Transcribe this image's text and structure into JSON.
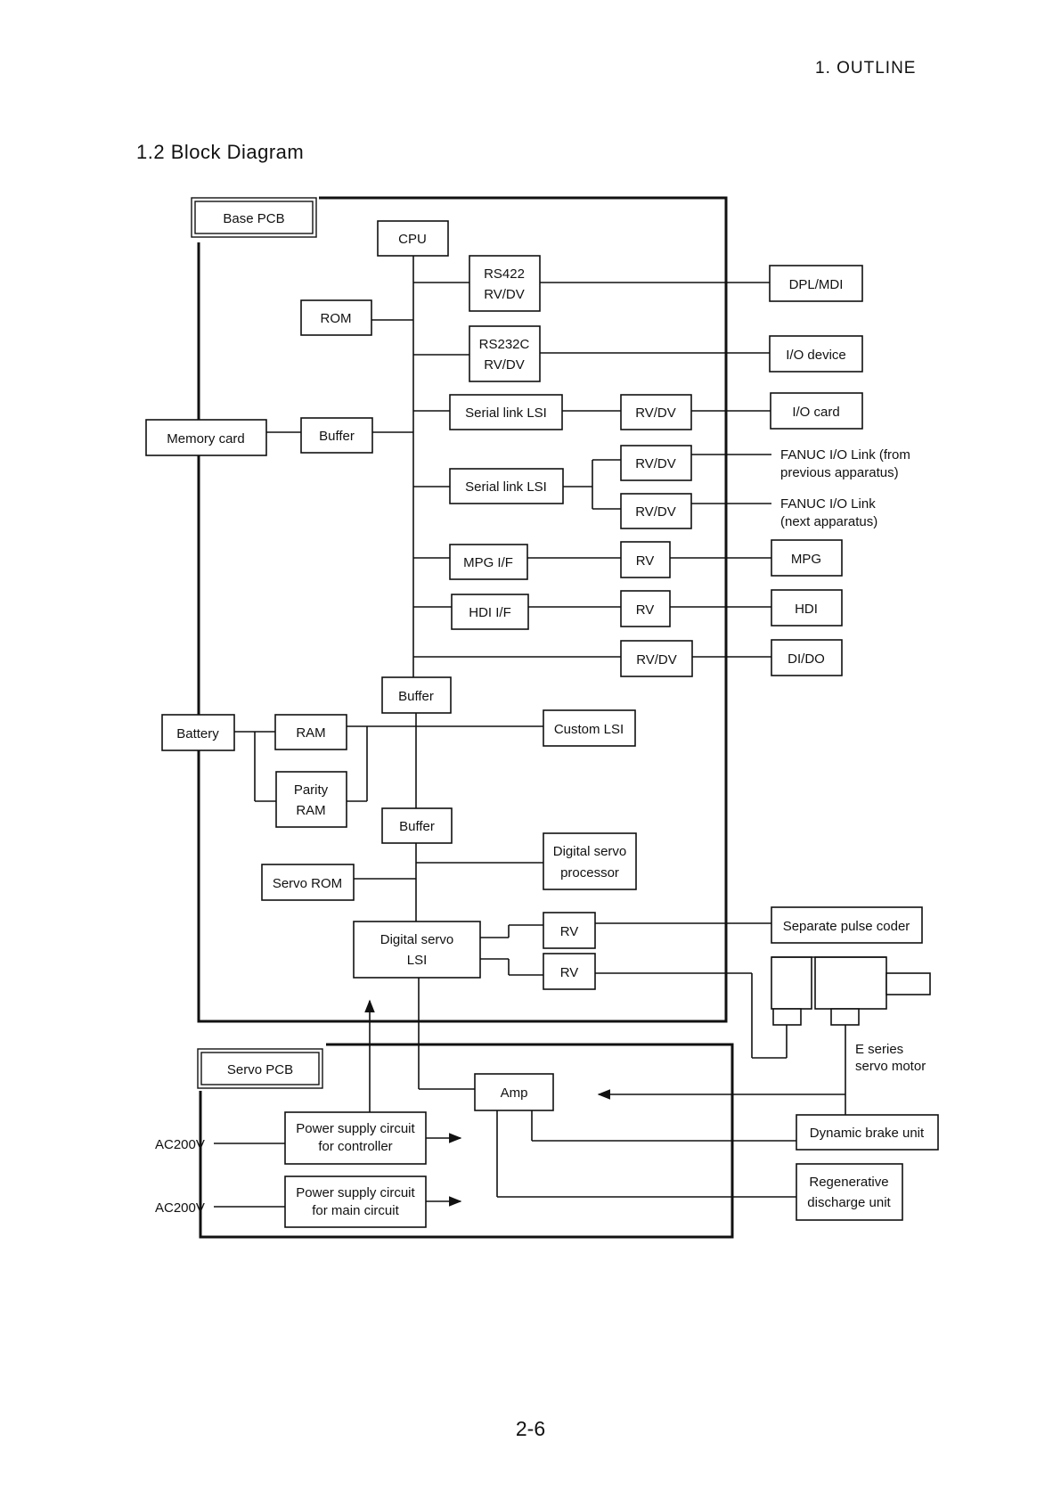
{
  "header": {
    "chapter": "1.   OUTLINE"
  },
  "section_title": "1.2   Block Diagram",
  "page_number": "2-6",
  "base_pcb": {
    "title": "Base PCB",
    "cpu": "CPU",
    "rom": "ROM",
    "rs422": [
      "RS422",
      "RV/DV"
    ],
    "rs232c": [
      "RS232C",
      "RV/DV"
    ],
    "serial_link_1": "Serial link LSI",
    "serial_link_2": "Serial link LSI",
    "buffer_memory": "Buffer",
    "rvdv_1": "RV/DV",
    "rvdv_2": "RV/DV",
    "rvdv_3": "RV/DV",
    "rvdv_4": "RV/DV",
    "mpg_if": "MPG I/F",
    "hdi_if": "HDI I/F",
    "rv_mpg": "RV",
    "rv_hdi": "RV",
    "buffer_2": "Buffer",
    "buffer_3": "Buffer",
    "ram": "RAM",
    "parity_ram": [
      "Parity",
      "RAM"
    ],
    "custom_lsi": "Custom LSI",
    "digital_servo_processor": [
      "Digital servo",
      "processor"
    ],
    "servo_rom": "Servo ROM",
    "digital_servo_lsi": [
      "Digital servo",
      "LSI"
    ],
    "rv_servo_1": "RV",
    "rv_servo_2": "RV"
  },
  "external": {
    "memory_card": "Memory card",
    "battery": "Battery",
    "dpl_mdi": "DPL/MDI",
    "io_device": "I/O device",
    "io_card": "I/O card",
    "fanuc_link_prev": [
      "FANUC I/O Link (from",
      "previous apparatus)"
    ],
    "fanuc_link_next": [
      "FANUC I/O Link",
      "(next apparatus)"
    ],
    "mpg": "MPG",
    "hdi": "HDI",
    "dido": "DI/DO",
    "separate_pulse_coder": "Separate pulse coder",
    "servo_motor": [
      "E series",
      "servo motor"
    ],
    "dynamic_brake": "Dynamic brake unit",
    "regenerative": [
      "Regenerative",
      "discharge unit"
    ]
  },
  "servo_pcb": {
    "title": "Servo PCB",
    "amp": "Amp",
    "psu_controller": [
      "Power supply circuit",
      "for controller"
    ],
    "psu_main": [
      "Power supply circuit",
      "for main circuit"
    ],
    "ac_1": "AC200V",
    "ac_2": "AC200V"
  }
}
